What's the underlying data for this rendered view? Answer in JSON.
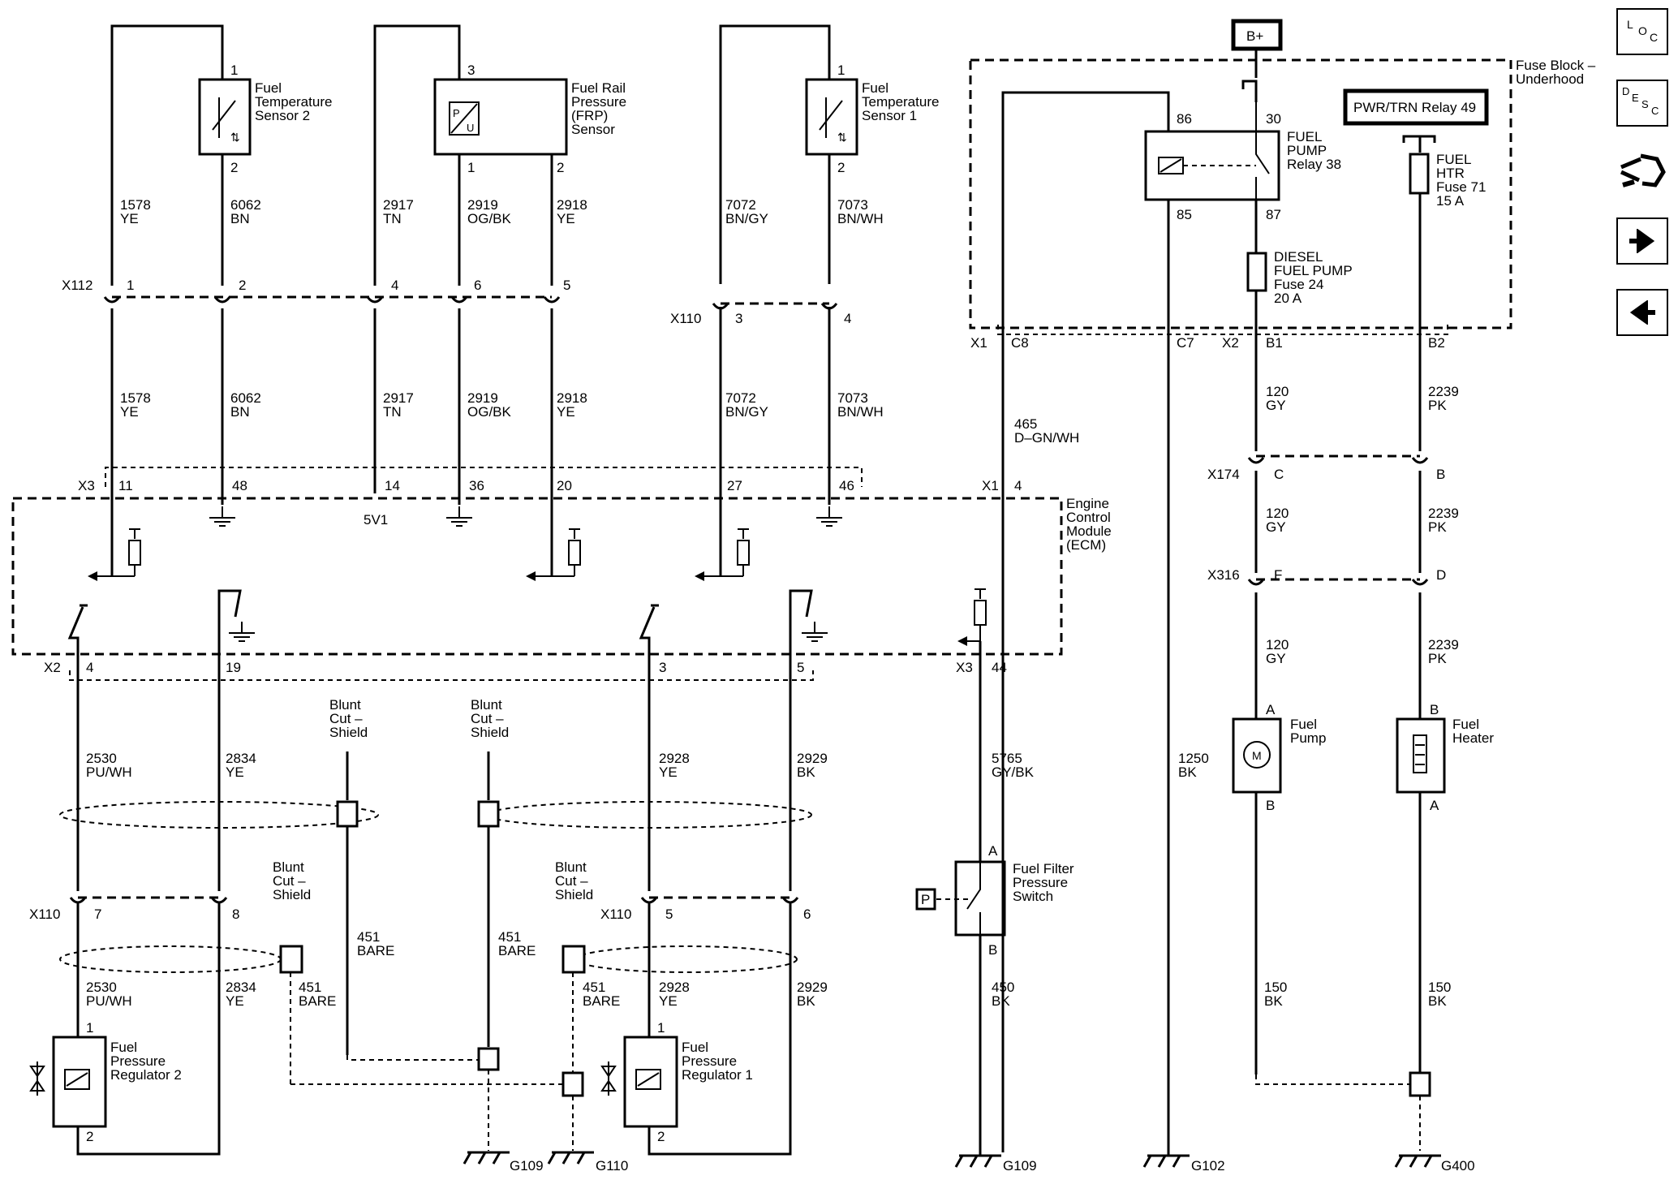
{
  "components": {
    "fts2": {
      "name": "Fuel\nTemperature\nSensor 2",
      "pin_top": "1",
      "pin_bot": "2"
    },
    "frp": {
      "name": "Fuel Rail\nPressure\n(FRP)\nSensor",
      "pin_top": "3",
      "pin_l": "1",
      "pin_r": "2"
    },
    "fts1": {
      "name": "Fuel\nTemperature\nSensor 1",
      "pin_top": "1",
      "pin_bot": "2"
    },
    "fuse_block": "Fuse Block –\nUnderhood",
    "bplus": "B+",
    "relay_49": "PWR/TRN Relay 49",
    "relay_38": {
      "name": "FUEL\nPUMP\nRelay 38",
      "p86": "86",
      "p30": "30",
      "p85": "85",
      "p87": "87"
    },
    "fuse_71": "FUEL\nHTR\nFuse 71\n15 A",
    "fuse_24": "DIESEL\nFUEL PUMP\nFuse 24\n20 A",
    "ecm": "Engine\nControl\nModule\n(ECM)",
    "ref_5v": "5V1",
    "fuel_pump": "Fuel\nPump",
    "fuel_heater": "Fuel\nHeater",
    "motor": "M",
    "ffps": "Fuel Filter\nPressure\nSwitch",
    "p_label": "P",
    "fpr2": "Fuel\nPressure\nRegulator 2",
    "fpr1": "Fuel\nPressure\nRegulator 1",
    "blunt": "Blunt\nCut –\nShield"
  },
  "connectors": {
    "x112": {
      "name": "X112",
      "pins": [
        "1",
        "2",
        "4",
        "6",
        "5"
      ]
    },
    "x110a": {
      "name": "X110",
      "pins": [
        "3",
        "4"
      ]
    },
    "x3a": {
      "name": "X3",
      "pins": [
        "11",
        "48",
        "14",
        "36",
        "20",
        "27",
        "46"
      ]
    },
    "x1a": {
      "name": "X1",
      "pin": "4"
    },
    "x1b": {
      "name": "X1",
      "pins": [
        "C8",
        "C7"
      ]
    },
    "x2a": {
      "name": "X2",
      "pins": [
        "B1",
        "B2"
      ]
    },
    "x174": {
      "name": "X174",
      "pins": [
        "C",
        "B"
      ]
    },
    "x316": {
      "name": "X316",
      "pins": [
        "F",
        "D"
      ]
    },
    "x2b": {
      "name": "X2",
      "pins": [
        "4",
        "19",
        "3",
        "5"
      ]
    },
    "x3b": {
      "name": "X3",
      "pin": "44"
    },
    "x110b": {
      "name": "X110",
      "pins": [
        "7",
        "8"
      ]
    },
    "x110c": {
      "name": "X110",
      "pins": [
        "5",
        "6"
      ]
    },
    "pump_pins": [
      "A",
      "B"
    ],
    "heater_pins": [
      "B",
      "A"
    ],
    "ffps_pins": [
      "A",
      "B"
    ],
    "fpr_pins": [
      "1",
      "2"
    ]
  },
  "wires": {
    "upper": [
      "1578\nYE",
      "6062\nBN",
      "2917\nTN",
      "2919\nOG/BK",
      "2918\nYE",
      "7072\nBN/GY",
      "7073\nBN/WH"
    ],
    "w465": "465\nD–GN/WH",
    "w120": "120\nGY",
    "w2239": "2239\nPK",
    "w2530": "2530\nPU/WH",
    "w2834": "2834\nYE",
    "w2928": "2928\nYE",
    "w2929": "2929\nBK",
    "w5765": "5765\nGY/BK",
    "w1250": "1250\nBK",
    "w451": "451\nBARE",
    "w450": "450\nBK",
    "w150": "150\nBK"
  },
  "grounds": [
    "G109",
    "G110",
    "G109",
    "G102",
    "G400"
  ],
  "nav": {
    "loc": "LOC",
    "desc": "DESC"
  }
}
